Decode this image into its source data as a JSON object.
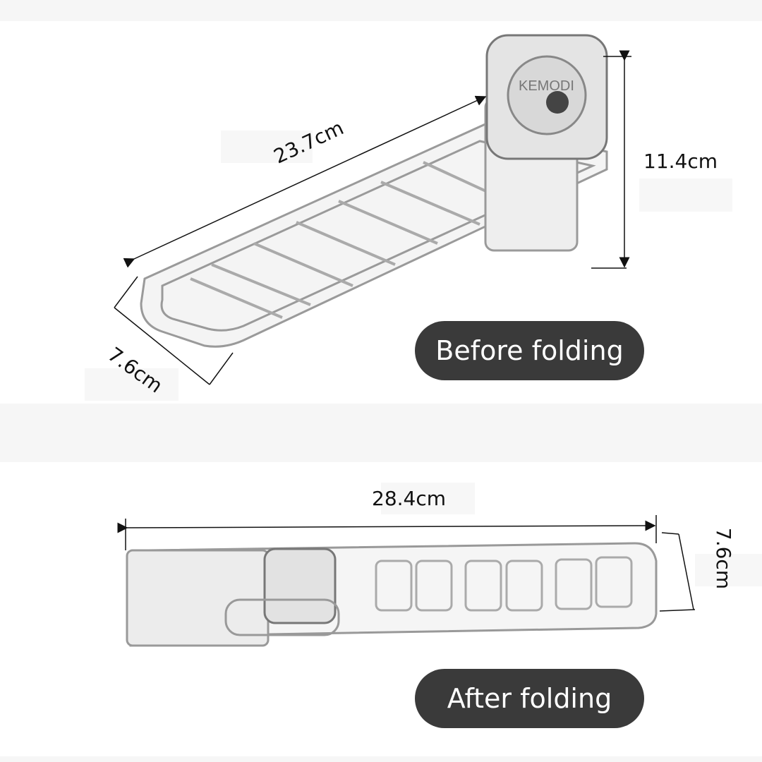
{
  "before": {
    "label": "Before folding",
    "length": "23.7cm",
    "height": "11.4cm",
    "width": "7.6cm"
  },
  "after": {
    "label": "After folding",
    "length": "28.4cm",
    "width": "7.6cm"
  },
  "brand_logo": "KEMODI",
  "colors": {
    "pill": "#3a3a3a",
    "band": "#f6f6f6",
    "line": "#111111"
  }
}
